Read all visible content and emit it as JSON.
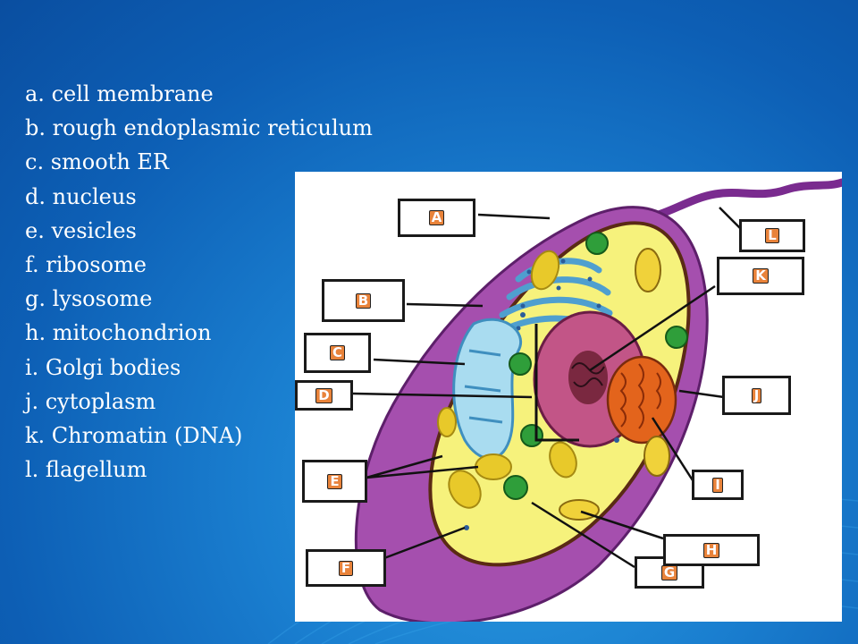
{
  "legend": [
    "a. cell membrane",
    "b. rough endoplasmic reticulum",
    "c. smooth ER",
    "d. nucleus",
    "e. vesicles",
    "f. ribosome",
    "g. lysosome",
    "h. mitochondrion",
    "i. Golgi bodies",
    "j. cytoplasm",
    "k. Chromatin (DNA)",
    "l. flagellum"
  ],
  "diagram_labels": {
    "A": "A",
    "B": "B",
    "C": "C",
    "D": "D",
    "E": "E",
    "F": "F",
    "G": "G",
    "H": "H",
    "I": "I",
    "J": "J",
    "K": "K",
    "L": "L"
  },
  "colors": {
    "background": "#1a7fd0",
    "membrane": "#9b3fa6",
    "cytoplasm": "#f4f07a",
    "nucleus": "#b0457a",
    "er": "#7fc6e8",
    "mitochondrion": "#e0601e",
    "lysosome": "#2e9e3a",
    "vesicle": "#e8c92a"
  }
}
